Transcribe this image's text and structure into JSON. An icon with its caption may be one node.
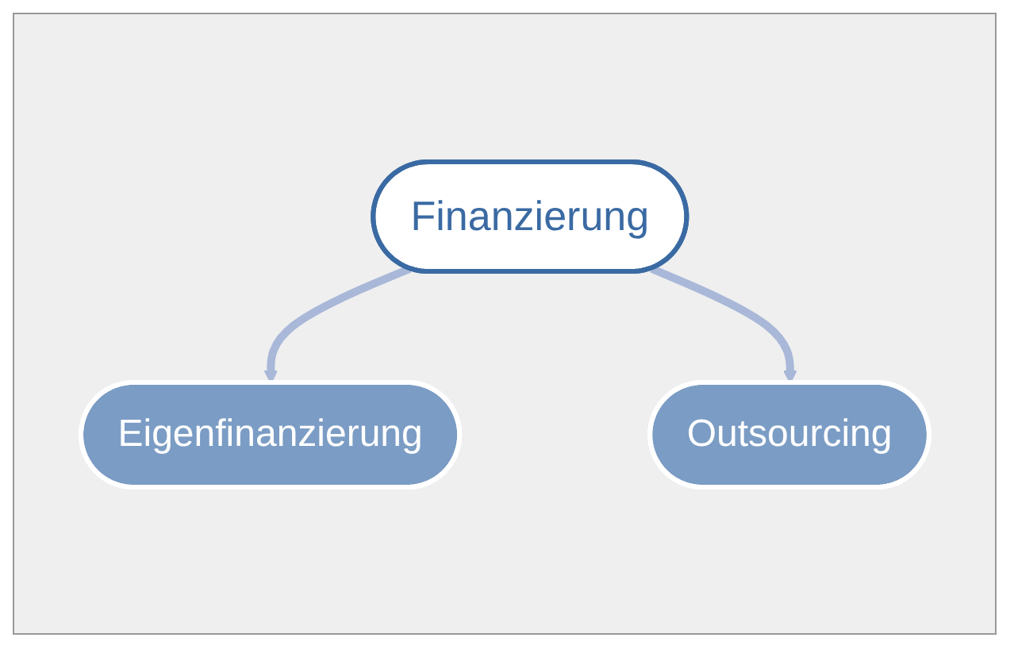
{
  "diagram": {
    "nodes": [
      {
        "text": [
          "Finanzierung"
        ]
      },
      {
        "text": [
          "Eigenfinanzierung"
        ]
      },
      {
        "text": [
          "Outsourcing"
        ]
      }
    ],
    "edges": [
      {
        "from": 0,
        "to": 1,
        "arrow": "to"
      },
      {
        "from": 0,
        "to": 2,
        "arrow": "to"
      }
    ]
  }
}
